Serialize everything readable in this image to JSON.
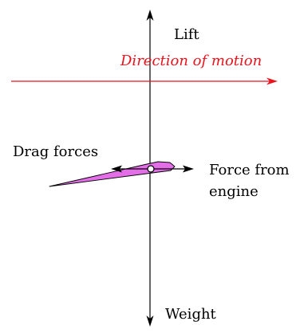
{
  "labels": {
    "lift": "Lift",
    "direction_of_motion": "Direction of motion",
    "drag_forces": "Drag forces",
    "force_from_engine": "Force from engine",
    "weight": "Weight"
  },
  "colors": {
    "axes": "#000000",
    "motion_arrow": "#e8141e",
    "motion_text": "#e8141e",
    "plane_fill": "#e46ee8",
    "plane_stroke": "#000000",
    "pivot_fill": "#ffffff"
  }
}
